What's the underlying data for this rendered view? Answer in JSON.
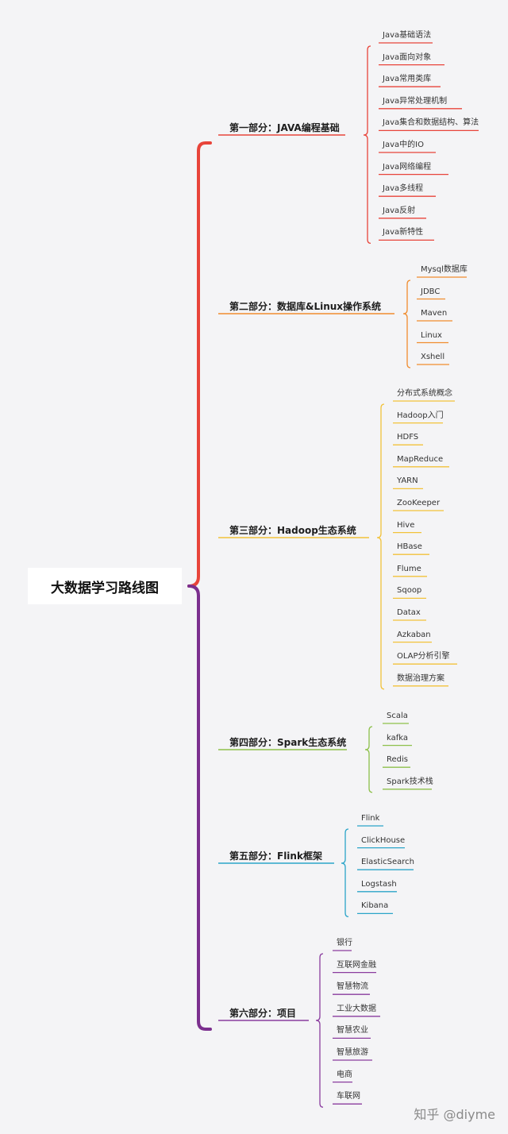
{
  "root": "大数据学习路线图",
  "watermark": "知乎 @diyme",
  "colors": {
    "sec1": "#e8443a",
    "sec2": "#f08c2e",
    "sec3": "#f2c23a",
    "sec4": "#8dc04a",
    "sec5": "#2ba5c9",
    "sec6": "#8a3c9e",
    "trunk_top": "#e8443a",
    "trunk_bottom": "#7b2f8e"
  },
  "sections": [
    {
      "label": "第一部分：JAVA编程基础",
      "items": [
        "Java基础语法",
        "Java面向对象",
        "Java常用类库",
        "Java异常处理机制",
        "Java集合和数据结构、算法",
        "Java中的IO",
        "Java网络编程",
        "Java多线程",
        "Java反射",
        "Java新特性"
      ]
    },
    {
      "label": "第二部分：数据库&Linux操作系统",
      "items": [
        "Mysql数据库",
        "JDBC",
        "Maven",
        "Linux",
        "Xshell"
      ]
    },
    {
      "label": "第三部分：Hadoop生态系统",
      "items": [
        "分布式系统概念",
        "Hadoop入门",
        "HDFS",
        "MapReduce",
        "YARN",
        "ZooKeeper",
        "Hive",
        "HBase",
        "Flume",
        "Sqoop",
        "Datax",
        "Azkaban",
        "OLAP分析引擎",
        "数据治理方案"
      ]
    },
    {
      "label": "第四部分：Spark生态系统",
      "items": [
        "Scala",
        "kafka",
        "Redis",
        "Spark技术栈"
      ]
    },
    {
      "label": "第五部分：Flink框架",
      "items": [
        "Flink",
        "ClickHouse",
        "ElasticSearch",
        "Logstash",
        "Kibana"
      ]
    },
    {
      "label": "第六部分：项目",
      "items": [
        "银行",
        "互联网金融",
        "智慧物流",
        "工业大数据",
        "智慧农业",
        "智慧旅游",
        "电商",
        "车联网"
      ]
    }
  ]
}
